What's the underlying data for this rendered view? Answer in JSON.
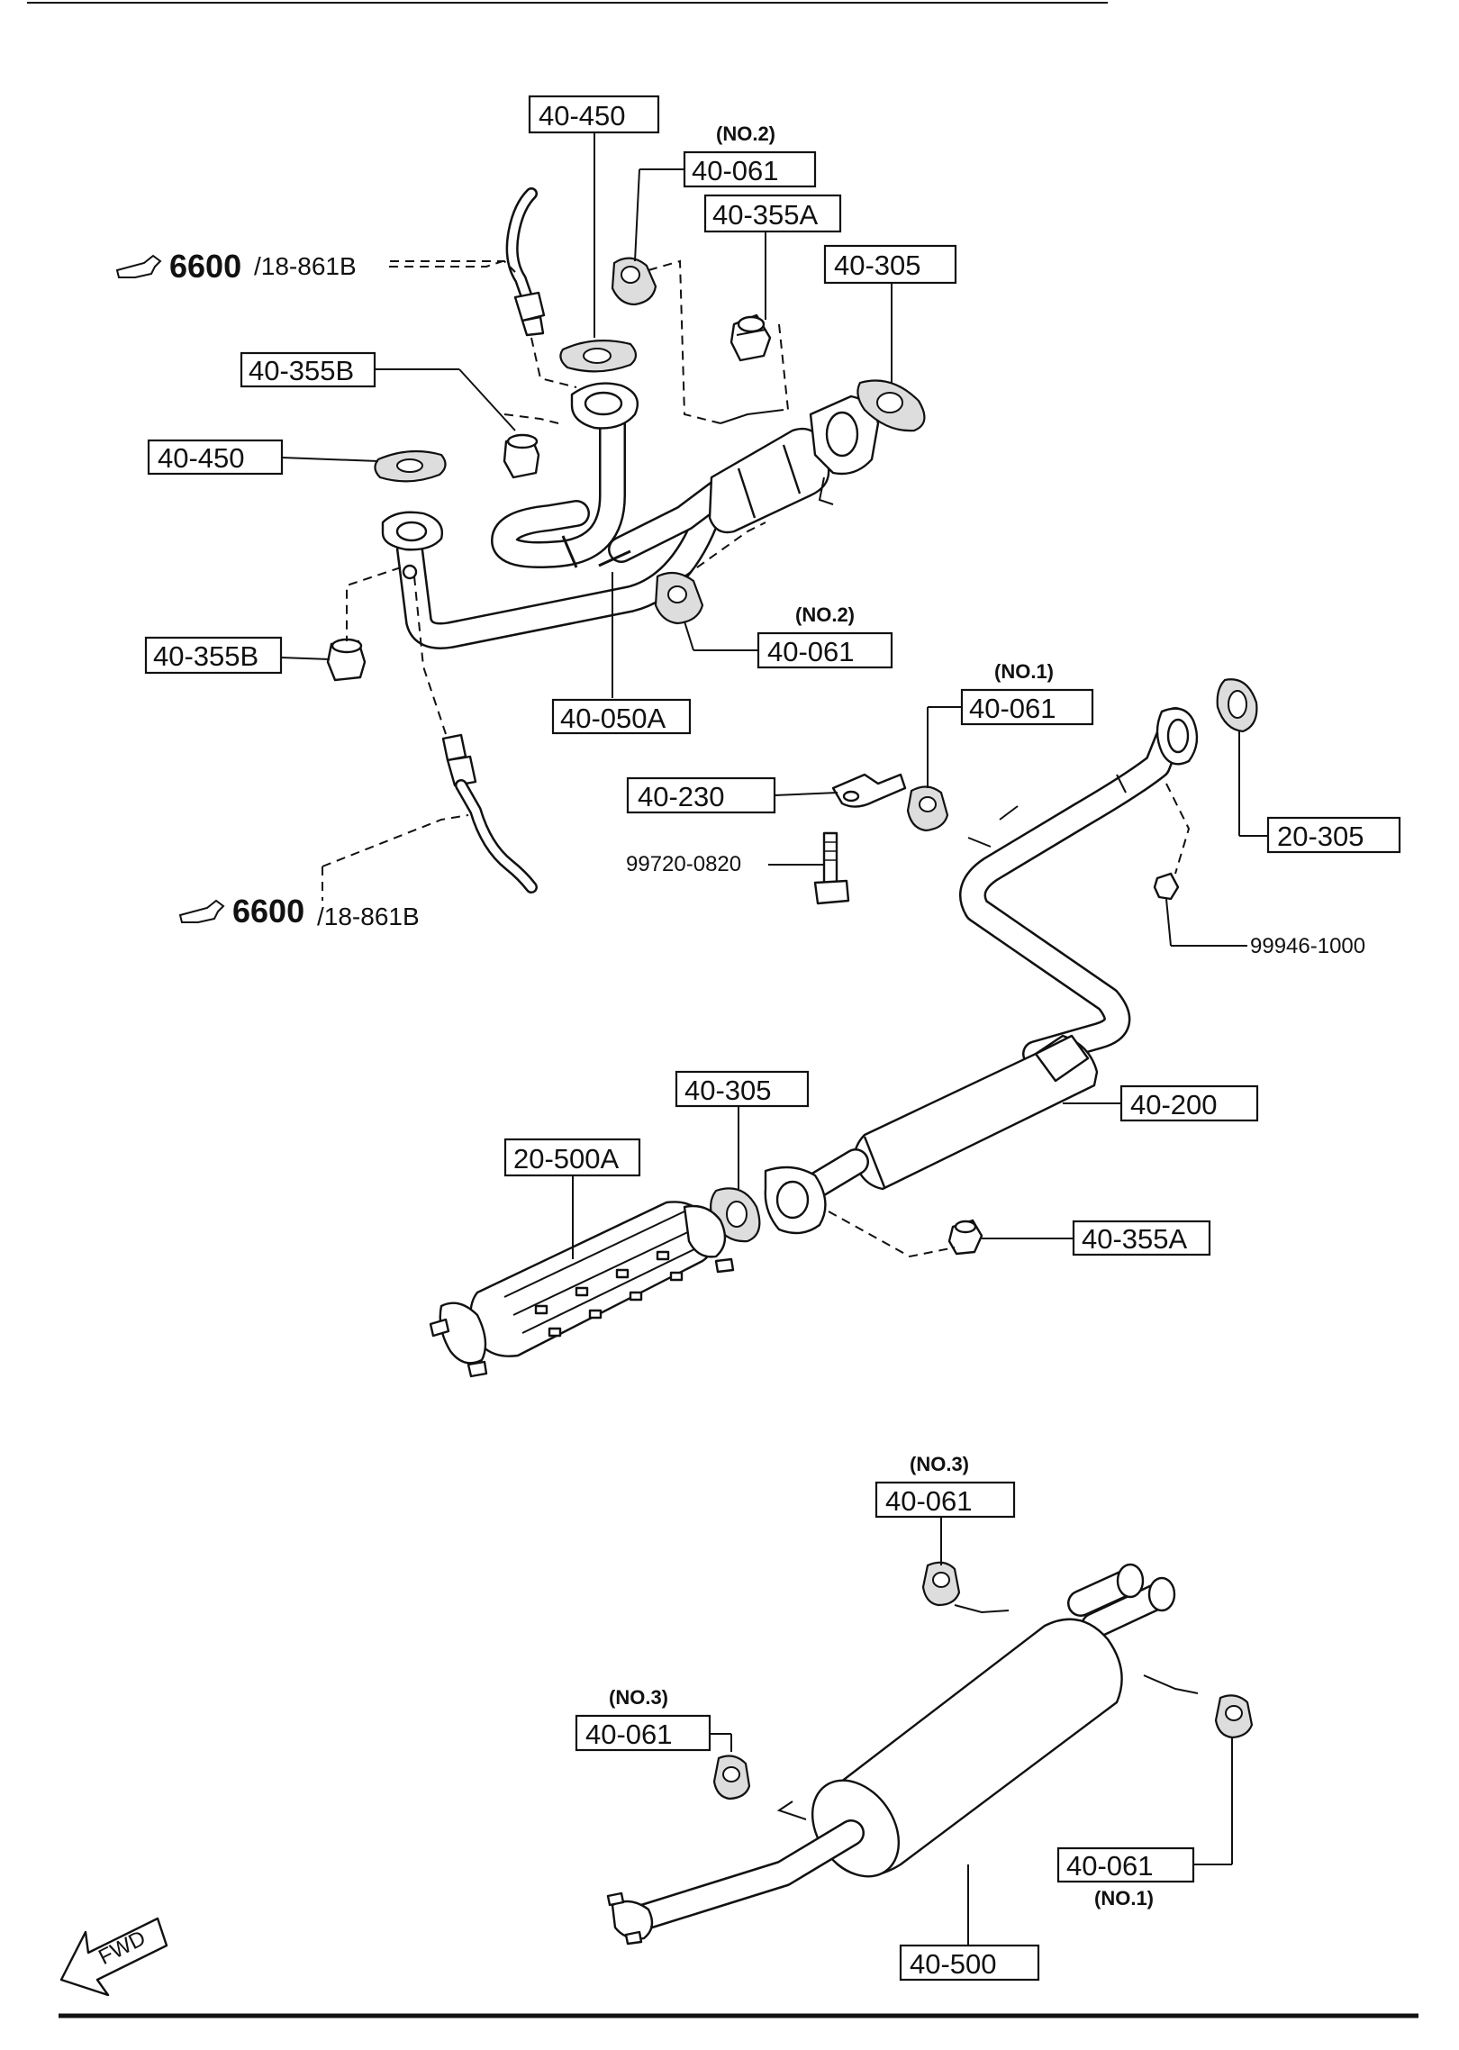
{
  "diagram": {
    "labels": {
      "l_40450_top": "40-450",
      "l_40061_a": "40-061",
      "l_40355A_top": "40-355A",
      "l_40305_top": "40-305",
      "l_40355B_top": "40-355B",
      "l_40450_left": "40-450",
      "l_40355B_left": "40-355B",
      "l_40050A": "40-050A",
      "l_40061_b": "40-061",
      "l_40061_c": "40-061",
      "l_40230": "40-230",
      "l_20305": "20-305",
      "l_40305_mid": "40-305",
      "l_40200": "40-200",
      "l_20500A": "20-500A",
      "l_40355A_mid": "40-355A",
      "l_40061_d": "40-061",
      "l_40061_e": "40-061",
      "l_40061_f": "40-061",
      "l_40500": "40-500"
    },
    "plain_labels": {
      "p_99720": "99720-0820",
      "p_99946": "99946-1000"
    },
    "notes": {
      "n_a": "(NO.2)",
      "n_b": "(NO.2)",
      "n_c": "(NO.1)",
      "n_d": "(NO.3)",
      "n_e": "(NO.3)",
      "n_f": "(NO.1)"
    },
    "references": {
      "ref1_bold": "6600",
      "ref1_rest": "/18-861B",
      "ref2_bold": "6600",
      "ref2_rest": "/18-861B"
    },
    "fwd": "FWD"
  }
}
